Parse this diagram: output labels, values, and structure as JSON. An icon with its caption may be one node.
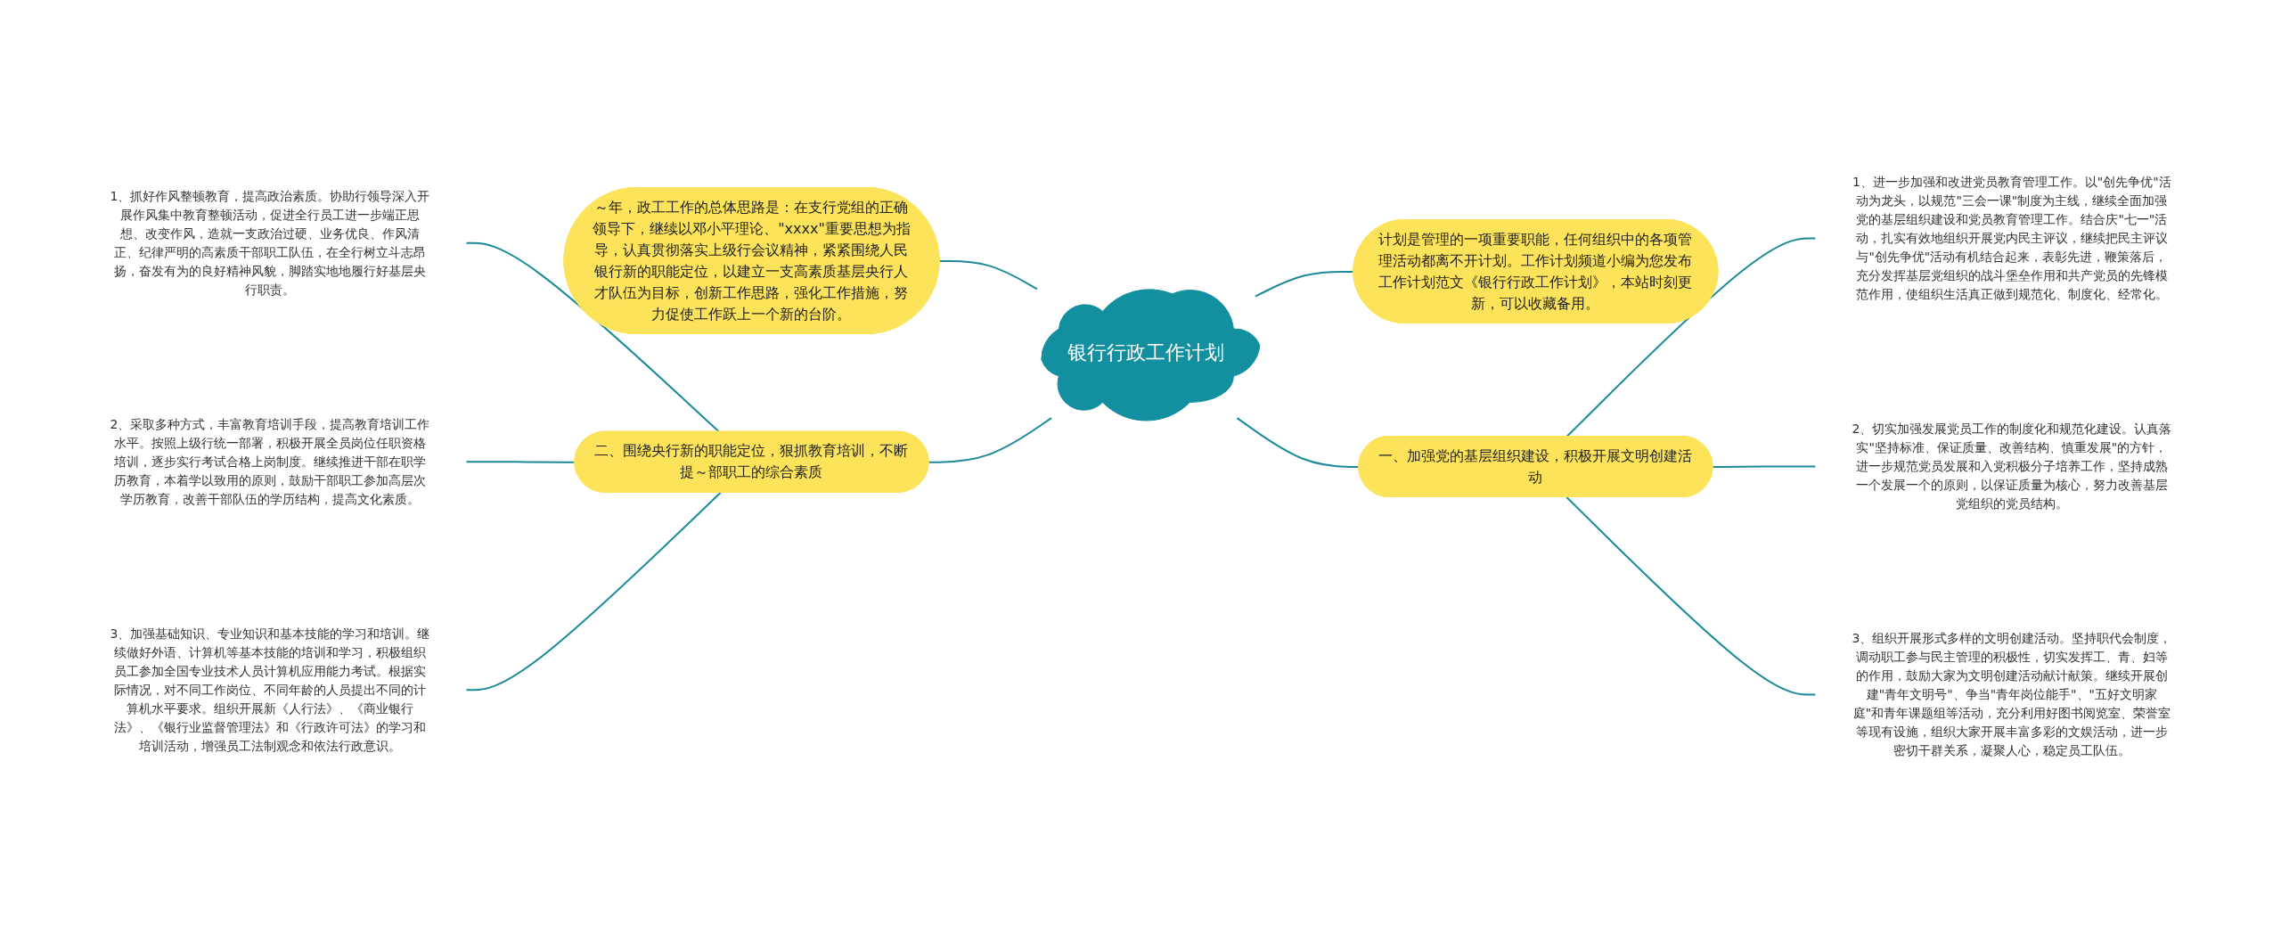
{
  "diagram": {
    "nodes": [
      {
        "text": [
          "银行行政工作计划"
        ]
      },
      {
        "text": [
          "～年，政工工作的总体思路是：在支行党组的正确领导下，继续以邓小平理论、\"xxxx\"重要思想为指导，认真贯彻落实上级行会议精神，紧紧围绕人民银行新的职能定位，以建立一支高素质基层央行人才队伍为目标，创新工作思路，强化工作措施，努力促使工作跃上一个新的台阶。"
        ]
      },
      {
        "text": [
          "二、围绕央行新的职能定位，狠抓教育培训，不断提～部职工的综合素质"
        ]
      },
      {
        "text": [
          "1、抓好作风整顿教育，提高政治素质。协助行领导深入开展作风集中教育整顿活动，促进全行员工进一步端正思想、改变作风，造就一支政治过硬、业务优良、作风清正、纪律严明的高素质干部职工队伍，在全行树立斗志昂扬，奋发有为的良好精神风貌，脚踏实地地履行好基层央行职责。"
        ]
      },
      {
        "text": [
          "2、采取多种方式，丰富教育培训手段，提高教育培训工作水平。按照上级行统一部署，积极开展全员岗位任职资格培训，逐步实行考试合格上岗制度。继续推进干部在职学历教育，本着学以致用的原则，鼓励干部职工参加高层次学历教育，改善干部队伍的学历结构，提高文化素质。"
        ]
      },
      {
        "text": [
          "3、加强基础知识、专业知识和基本技能的学习和培训。继续做好外语、计算机等基本技能的培训和学习，积极组织员工参加全国专业技术人员计算机应用能力考试。根据实际情况，对不同工作岗位、不同年龄的人员提出不同的计算机水平要求。组织开展新《人行法》、《商业银行法》、《银行业监督管理法》和《行政许可法》的学习和培训活动，增强员工法制观念和依法行政意识。"
        ]
      },
      {
        "text": [
          "计划是管理的一项重要职能，任何组织中的各项管理活动都离不开计划。工作计划频道小编为您发布工作计划范文《银行行政工作计划》，本站时刻更新，可以收藏备用。"
        ]
      },
      {
        "text": [
          "一、加强党的基层组织建设，积极开展文明创建活动"
        ]
      },
      {
        "text": [
          "1、进一步加强和改进党员教育管理工作。以\"创先争优\"活动为龙头，以规范\"三会一课\"制度为主线，继续全面加强党的基层组织建设和党员教育管理工作。结合庆\"七一\"活动，扎实有效地组织开展党内民主评议，继续把民主评议与\"创先争优\"活动有机结合起来，表彰先进，鞭策落后，充分发挥基层党组织的战斗堡垒作用和共产党员的先锋模范作用，使组织生活真正做到规范化、制度化、经常化。"
        ]
      },
      {
        "text": [
          "2、切实加强发展党员工作的制度化和规范化建设。认真落实\"坚持标准、保证质量、改善结构、慎重发展\"的方针，进一步规范党员发展和入党积极分子培养工作，坚持成熟一个发展一个的原则，以保证质量为核心，努力改善基层党组织的党员结构。"
        ]
      },
      {
        "text": [
          "3、组织开展形式多样的文明创建活动。坚持职代会制度，调动职工参与民主管理的积极性，切实发挥工、青、妇等的作用，鼓励大家为文明创建活动献计献策。继续开展创建\"青年文明号\"、争当\"青年岗位能手\"、\"五好文明家庭\"和青年课题组等活动，充分利用好图书阅览室、荣誉室等现有设施，组织大家开展丰富多彩的文娱活动，进一步密切干群关系，凝聚人心，稳定员工队伍。"
        ]
      }
    ],
    "edges": [
      {
        "from": 3,
        "to": 2,
        "arrow": "none"
      },
      {
        "from": 4,
        "to": 2,
        "arrow": "none"
      },
      {
        "from": 5,
        "to": 2,
        "arrow": "none"
      },
      {
        "from": 1,
        "to": 0,
        "arrow": "none"
      },
      {
        "from": 2,
        "to": 0,
        "arrow": "none"
      },
      {
        "from": 0,
        "to": 6,
        "arrow": "none"
      },
      {
        "from": 0,
        "to": 7,
        "arrow": "none"
      },
      {
        "from": 7,
        "to": 8,
        "arrow": "none"
      },
      {
        "from": 7,
        "to": 9,
        "arrow": "none"
      },
      {
        "from": 7,
        "to": 10,
        "arrow": "none"
      }
    ]
  }
}
